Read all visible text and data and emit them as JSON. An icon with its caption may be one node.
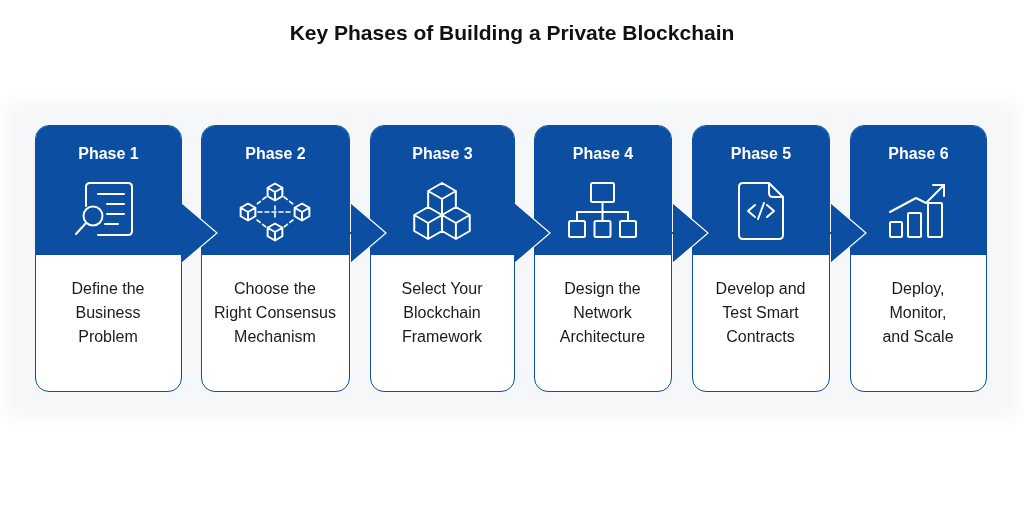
{
  "diagram": {
    "title": "Key Phases of Building a Private Blockchain",
    "nodes": [
      {
        "text": [
          "Phase 1",
          "Define the Business Problem"
        ]
      },
      {
        "text": [
          "Phase 2",
          "Choose the Right Consensus Mechanism"
        ]
      },
      {
        "text": [
          "Phase 3",
          "Select Your Blockchain Framework"
        ]
      },
      {
        "text": [
          "Phase 4",
          "Design the Network Architecture"
        ]
      },
      {
        "text": [
          "Phase 5",
          "Develop and Test Smart Contracts"
        ]
      },
      {
        "text": [
          "Phase 6",
          "Deploy, Monitor, and Scale"
        ]
      }
    ],
    "edges": [
      {
        "from": 0,
        "to": 1,
        "arrow": "to"
      },
      {
        "from": 1,
        "to": 2,
        "arrow": "to"
      },
      {
        "from": 2,
        "to": 3,
        "arrow": "to"
      },
      {
        "from": 3,
        "to": 4,
        "arrow": "to"
      },
      {
        "from": 4,
        "to": 5,
        "arrow": "to"
      }
    ]
  }
}
